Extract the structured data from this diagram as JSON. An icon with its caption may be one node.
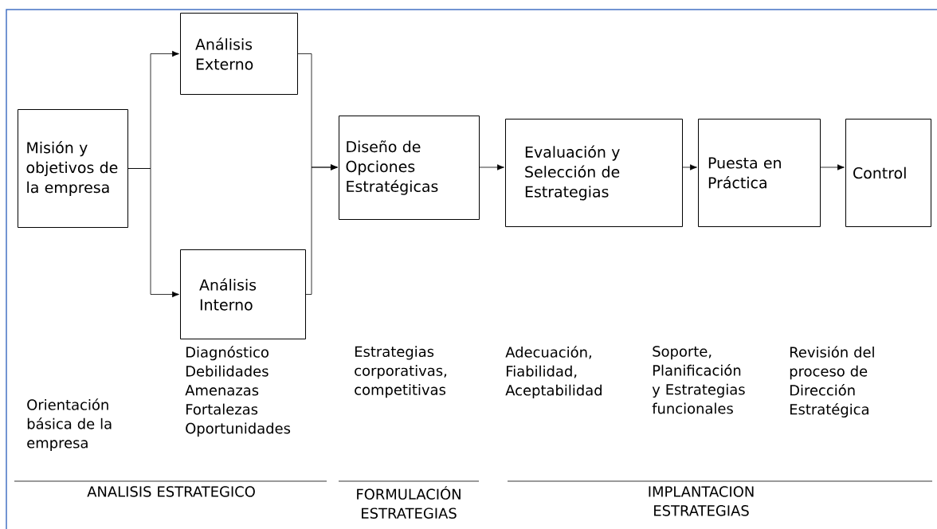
{
  "diagram": {
    "nodes": [
      {
        "text": [
          "Misión y objetivos de la empresa"
        ]
      },
      {
        "text": [
          "Análisis Externo"
        ]
      },
      {
        "text": [
          "Análisis Interno"
        ]
      },
      {
        "text": [
          "Diseño de Opciones Estratégicas"
        ]
      },
      {
        "text": [
          "Evaluación y Selección de Estrategias"
        ]
      },
      {
        "text": [
          "Puesta en Práctica"
        ]
      },
      {
        "text": [
          "Control"
        ]
      }
    ],
    "edges": [
      {
        "from": 0,
        "to": 1,
        "arrow": "to"
      },
      {
        "from": 0,
        "to": 2,
        "arrow": "to"
      },
      {
        "from": 1,
        "to": 3,
        "arrow": "to"
      },
      {
        "from": 2,
        "to": 3,
        "arrow": "to"
      },
      {
        "from": 3,
        "to": 4,
        "arrow": "to"
      },
      {
        "from": 4,
        "to": 5,
        "arrow": "to"
      },
      {
        "from": 5,
        "to": 6,
        "arrow": "to"
      }
    ],
    "labels": [
      "Orientación básica de la empresa",
      "Diagnóstico Debilidades Amenazas Fortalezas Oportunidades",
      "Estrategias corporativas, competitivas",
      "Adecuación, Fiabilidad, Aceptabilidad",
      "Soporte, Planificación y Estrategias funcionales",
      "Revisión del proceso de Dirección Estratégica",
      "ANALISIS ESTRATEGICO",
      "FORMULACIÓN ESTRATEGIAS",
      "IMPLANTACION ESTRATEGIAS"
    ]
  }
}
